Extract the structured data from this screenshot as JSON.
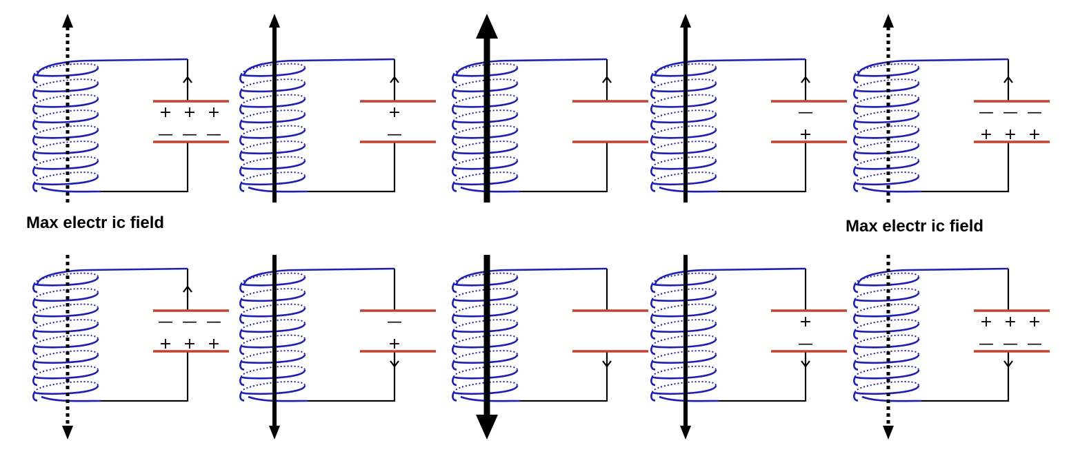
{
  "labels": {
    "left": "Max electr ic field",
    "right": "Max electr ic field"
  },
  "colors": {
    "coil": "#1a1ad0",
    "plate": "#d23a2a",
    "wire": "#000000",
    "background": "#ffffff"
  },
  "symbols": {
    "plus": "+",
    "minus": "—"
  },
  "rows": [
    {
      "name": "top",
      "cells": [
        {
          "field": "dotted",
          "dir": "up",
          "strength": "weak",
          "current": "up",
          "top_plate": "+",
          "bottom_plate": "-",
          "charge_count": 3
        },
        {
          "field": "solid",
          "dir": "up",
          "strength": "medium",
          "current": "up",
          "top_plate": "+",
          "bottom_plate": "-",
          "charge_count": 1
        },
        {
          "field": "solid",
          "dir": "up",
          "strength": "strong",
          "current": "up",
          "top_plate": "",
          "bottom_plate": "",
          "charge_count": 0
        },
        {
          "field": "solid",
          "dir": "up",
          "strength": "medium",
          "current": "up",
          "top_plate": "-",
          "bottom_plate": "+",
          "charge_count": 1
        },
        {
          "field": "dotted",
          "dir": "up",
          "strength": "weak",
          "current": "up",
          "top_plate": "-",
          "bottom_plate": "+",
          "charge_count": 3
        }
      ]
    },
    {
      "name": "bottom",
      "cells": [
        {
          "field": "dotted",
          "dir": "down",
          "strength": "weak",
          "current": "up",
          "top_plate": "-",
          "bottom_plate": "+",
          "charge_count": 3
        },
        {
          "field": "solid",
          "dir": "down",
          "strength": "medium",
          "current": "down",
          "top_plate": "-",
          "bottom_plate": "+",
          "charge_count": 1
        },
        {
          "field": "solid",
          "dir": "down",
          "strength": "strong",
          "current": "down",
          "top_plate": "",
          "bottom_plate": "",
          "charge_count": 0
        },
        {
          "field": "solid",
          "dir": "down",
          "strength": "medium",
          "current": "down",
          "top_plate": "+",
          "bottom_plate": "-",
          "charge_count": 1
        },
        {
          "field": "dotted",
          "dir": "down",
          "strength": "weak",
          "current": "down",
          "top_plate": "+",
          "bottom_plate": "-",
          "charge_count": 3
        }
      ]
    }
  ]
}
